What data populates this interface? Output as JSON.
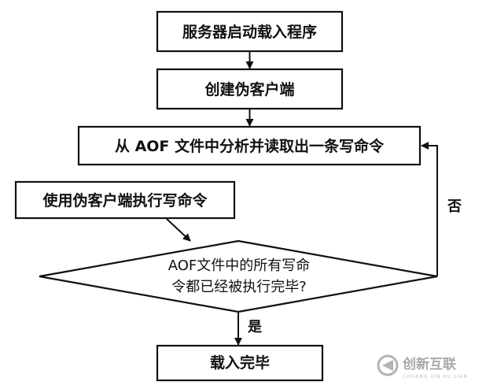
{
  "nodes": {
    "start": "服务器启动载入程序",
    "create_client": "创建伪客户端",
    "read_command": "从 AOF 文件中分析并读取出一条写命令",
    "execute_command": "使用伪客户端执行写命令",
    "all_executed_line1": "AOF文件中的所有写命",
    "all_executed_line2": "令都已经被执行完毕?",
    "done": "载入完毕"
  },
  "edges": {
    "no_label": "否",
    "yes_label": "是"
  },
  "watermark": {
    "brand": "创新互联",
    "sub": "CHUANG XIN HU LIAN",
    "color": "#9a9a9a"
  },
  "colors": {
    "stroke": "#111111",
    "fill": "#ffffff"
  }
}
